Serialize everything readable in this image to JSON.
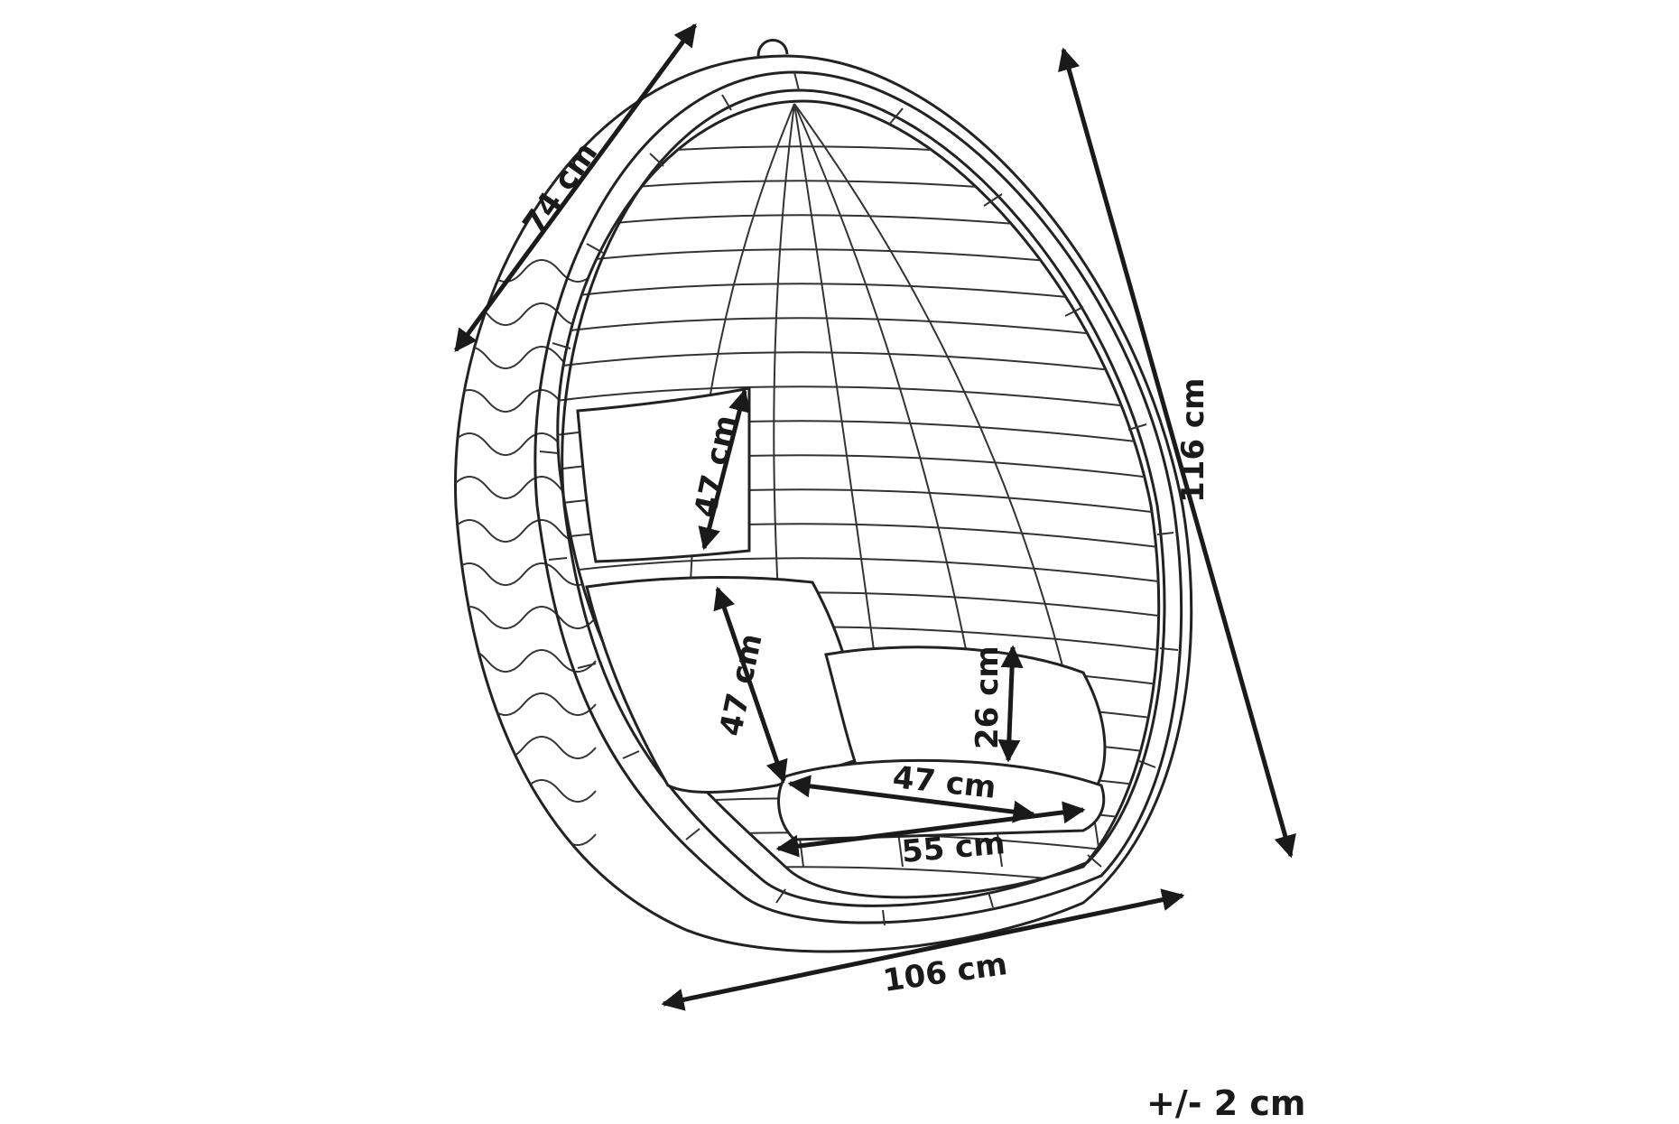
{
  "dimensions": {
    "depth": "74 cm",
    "height": "116 cm",
    "width": "106 cm",
    "back_cushion_height": "47 cm",
    "back_height": "47 cm",
    "seat_height": "26 cm",
    "seat_depth": "47 cm",
    "seat_width": "55 cm"
  },
  "tolerance": "+/- 2 cm"
}
